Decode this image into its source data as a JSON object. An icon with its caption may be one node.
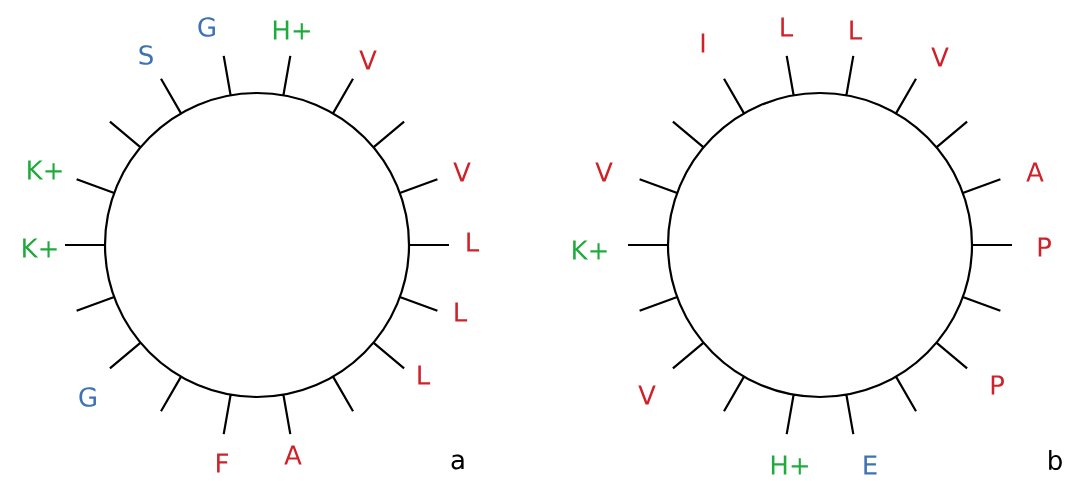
{
  "diagram": {
    "labels": [
      "G",
      "H+",
      "V",
      "V",
      "L",
      "L",
      "L",
      "A",
      "F",
      "G",
      "K+",
      "K+",
      "S",
      "a",
      "I",
      "L",
      "L",
      "V",
      "A",
      "P",
      "P",
      "E",
      "H+",
      "V",
      "K+",
      "V",
      "b"
    ]
  }
}
